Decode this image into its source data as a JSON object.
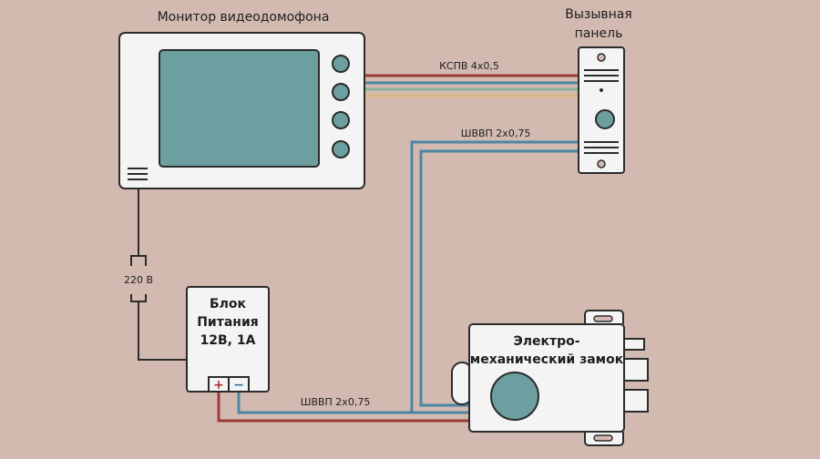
{
  "diagram": {
    "monitor_label": "Монитор видеодомофона",
    "call_panel_label_line1": "Вызывная",
    "call_panel_label_line2": "панель",
    "cable_kspv": "КСПВ 4х0,5",
    "cable_shvvp_top": "ШВВП 2х0,75",
    "cable_shvvp_bottom": "ШВВП 2х0,75",
    "mains_label": "220 В",
    "psu_line1": "Блок",
    "psu_line2": "Питания",
    "psu_line3": "12В, 1А",
    "plus_sign": "+",
    "minus_sign": "−",
    "lock_line1": "Электро-",
    "lock_line2": "механический замок"
  },
  "colors": {
    "background": "#d3bab1",
    "device_fill": "#f3f4f3",
    "outline": "#2b2b2b",
    "screen": "#6b9fa0",
    "wire_red": "#9e3a35",
    "wire_blue": "#4b86a5",
    "wire_green": "#8bb09a",
    "wire_yellow": "#d8b980",
    "mains_wire": "#2b2b2b"
  }
}
